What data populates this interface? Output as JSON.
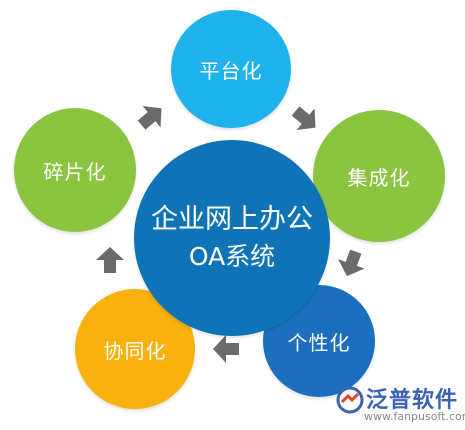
{
  "diagram": {
    "center": {
      "line1": "企业网上办公",
      "line2": "OA系统",
      "color": "#0f73b8"
    },
    "nodes": [
      {
        "id": "top",
        "label": "平台化",
        "color": "#1eb3ec"
      },
      {
        "id": "right",
        "label": "集成化",
        "color": "#8bc43f"
      },
      {
        "id": "bottom_right",
        "label": "个性化",
        "color": "#1b6fbe"
      },
      {
        "id": "bottom_left",
        "label": "协同化",
        "color": "#f8b10d"
      },
      {
        "id": "left",
        "label": "碎片化",
        "color": "#8bc43f"
      }
    ],
    "arrow_color": "#6b6b6b"
  },
  "logo": {
    "name": "泛普软件",
    "url": "www.fanpusoft.com",
    "color": "#3a63b5"
  }
}
